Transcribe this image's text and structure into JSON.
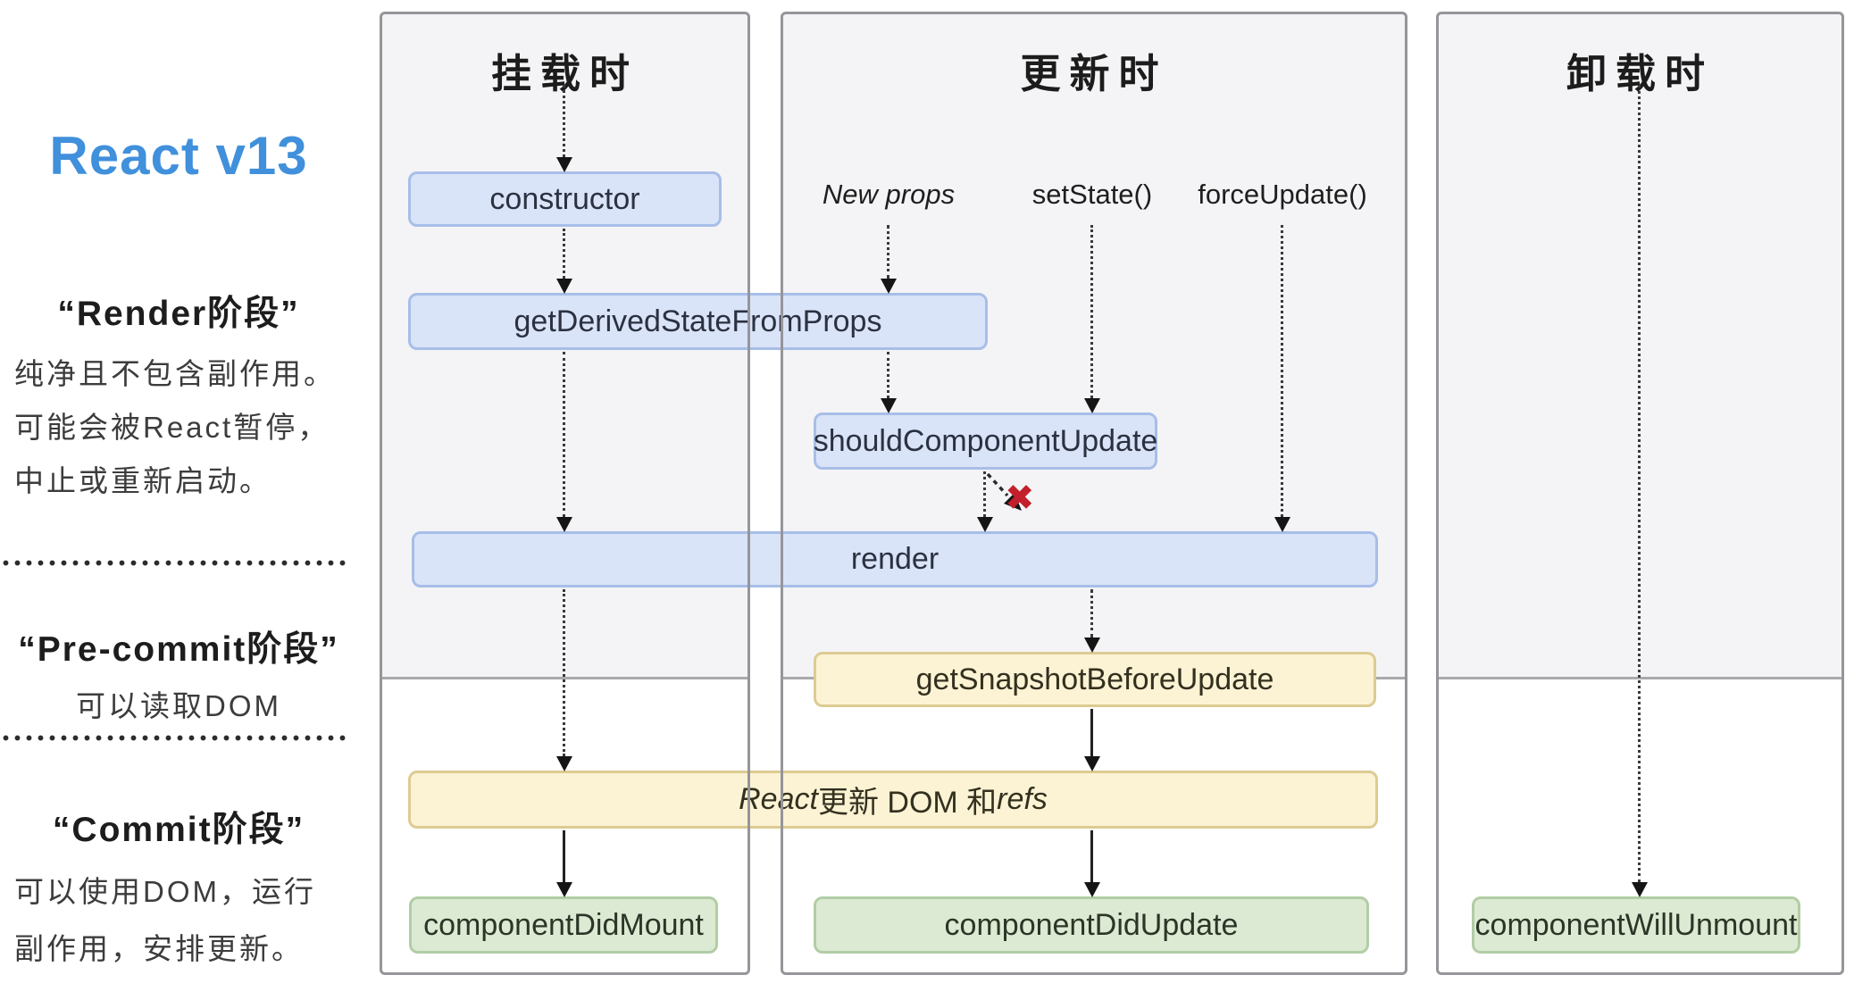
{
  "sidebar": {
    "title": "React v13",
    "sections": [
      {
        "heading": "“Render阶段”",
        "lines": [
          "纯净且不包含副作用。",
          "可能会被React暂停，",
          "中止或重新启动。"
        ]
      },
      {
        "heading": "“Pre-commit阶段”",
        "lines": [
          "可以读取DOM"
        ]
      },
      {
        "heading": "“Commit阶段”",
        "lines": [
          "可以使用DOM，运行",
          "副作用，安排更新。"
        ]
      }
    ]
  },
  "columns": {
    "mounting": {
      "header": "挂载时"
    },
    "updating": {
      "header": "更新时",
      "triggers": {
        "new_props": "New props",
        "set_state": "setState()",
        "force_update": "forceUpdate()"
      }
    },
    "unmounting": {
      "header": "卸载时"
    }
  },
  "lifecycle": {
    "constructor": "constructor",
    "get_derived_state_from_props": "getDerivedStateFromProps",
    "should_component_update": "shouldComponentUpdate",
    "render": "render",
    "get_snapshot_before_update": "getSnapshotBeforeUpdate",
    "react_updates_dom": {
      "pre_italic": "React",
      "middle": "更新 DOM 和 ",
      "post_italic": "refs"
    },
    "component_did_mount": "componentDidMount",
    "component_did_update": "componentDidUpdate",
    "component_will_unmount": "componentWillUnmount"
  },
  "icons": {
    "skip_update_x": "✖"
  },
  "colors": {
    "accent_blue": "#4090dc",
    "box_blue_fill": "#d9e4f8",
    "box_blue_border": "#a8bee8",
    "box_yellow_fill": "#fcf3d4",
    "box_yellow_border": "#ddcb92",
    "box_green_fill": "#dcead3",
    "box_green_border": "#b2cda5",
    "column_fill": "#f4f4f6",
    "column_border": "#95959a",
    "red_x": "#c2202c"
  }
}
